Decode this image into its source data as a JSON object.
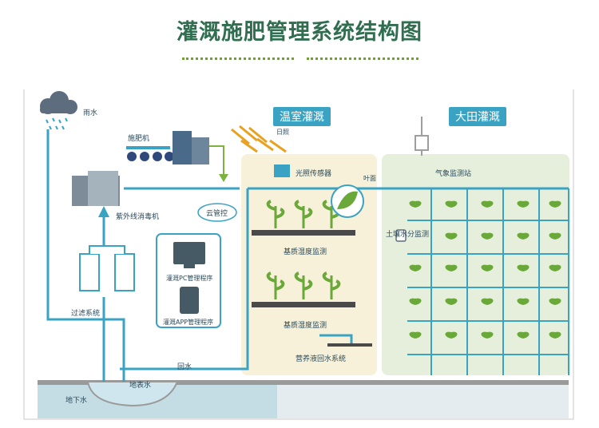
{
  "title": "灌溉施肥管理系统结构图",
  "zones": {
    "greenhouse": "温室灌溉",
    "field": "大田灌溉"
  },
  "labels": {
    "rain": "雨水",
    "fertilizer_machine": "施肥机",
    "uv_sterilizer": "紫外线消毒机",
    "cloud_control": "云管控",
    "pc_program": "灌溉PC管理程序",
    "app_program": "灌溉APP管理程序",
    "filter_system": "过滤系统",
    "return_water": "回水",
    "surface_water": "地表水",
    "groundwater": "地下水",
    "sunlight": "日照",
    "light_sensor": "光照传感器",
    "leaf_label": "叶面",
    "substrate_humidity_1": "基质湿度监测",
    "substrate_humidity_2": "基质湿度监测",
    "nutrient_return": "营养液回水系统",
    "weather_station": "气象监测站",
    "soil_moisture": "土壤水分监测"
  },
  "colors": {
    "pipe": "#3aa3c4",
    "greenhouse_bg": "#f7f1d9",
    "field_bg": "#e6efdc",
    "plant": "#6aa83a",
    "title": "#2f6e4f"
  }
}
